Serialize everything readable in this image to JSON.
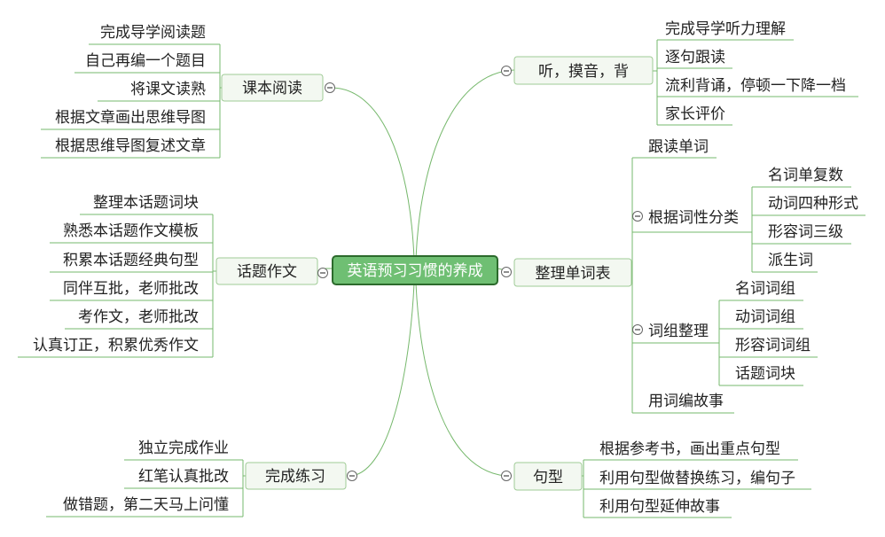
{
  "central": "英语预习习惯的养成",
  "colors": {
    "line": "#76b86c",
    "central_fill": "#6fbf73",
    "central_border": "#2c6a2c",
    "box_fill": "#f3f8f1"
  },
  "collapse_icon": "collapse-minus-icon",
  "branches": {
    "kewen": {
      "label": "课本阅读",
      "items": [
        "完成导学阅读题",
        "自己再编一个题目",
        "将课文读熟",
        "根据文章画出思维导图",
        "根据思维导图复述文章"
      ]
    },
    "huati": {
      "label": "话题作文",
      "items": [
        "整理本话题词块",
        "熟悉本话题作文模板",
        "积累本话题经典句型",
        "同伴互批，老师批改",
        "考作文，老师批改",
        "认真订正，积累优秀作文"
      ]
    },
    "lianxi": {
      "label": "完成练习",
      "items": [
        "独立完成作业",
        "红笔认真批改",
        "做错题，第二天马上问懂"
      ]
    },
    "ting": {
      "label": "听，摸音，背",
      "items": [
        "完成导学听力理解",
        "逐句跟读",
        "流利背诵，停顿一下降一档",
        "家长评价"
      ]
    },
    "danci": {
      "label": "整理单词表",
      "follow": "跟读单词",
      "cixing": {
        "label": "根据词性分类",
        "items": [
          "名词单复数",
          "动词四种形式",
          "形容词三级",
          "派生词"
        ]
      },
      "cizu": {
        "label": "词组整理",
        "items": [
          "名词词组",
          "动词词组",
          "形容词词组",
          "话题词块"
        ]
      },
      "story": "用词编故事"
    },
    "juxing": {
      "label": "句型",
      "items": [
        "根据参考书，画出重点句型",
        "利用句型做替换练习，编句子",
        "利用句型延伸故事"
      ]
    }
  }
}
